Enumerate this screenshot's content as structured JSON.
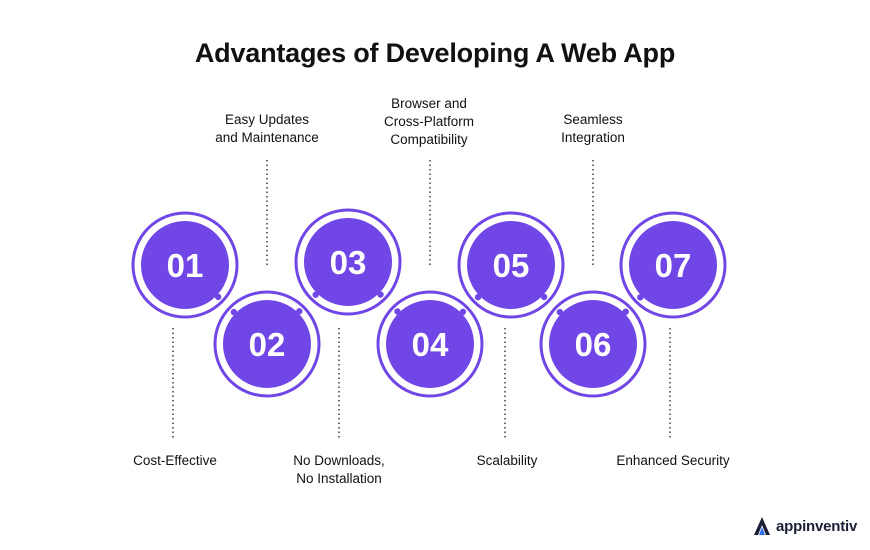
{
  "title": "Advantages of Developing A Web App",
  "colors": {
    "accent": "#7146e6",
    "ring": "#7146e6",
    "connector": "#333333"
  },
  "steps": [
    {
      "number": "01",
      "label_lines": [
        "Cost-Effective"
      ]
    },
    {
      "number": "02",
      "label_lines": [
        "Easy Updates",
        "and Maintenance"
      ]
    },
    {
      "number": "03",
      "label_lines": [
        "No Downloads,",
        "No Installation"
      ]
    },
    {
      "number": "04",
      "label_lines": [
        "Browser and",
        "Cross-Platform",
        "Compatibility"
      ]
    },
    {
      "number": "05",
      "label_lines": [
        "Scalability"
      ]
    },
    {
      "number": "06",
      "label_lines": [
        "Seamless",
        "Integration"
      ]
    },
    {
      "number": "07",
      "label_lines": [
        "Enhanced Security"
      ]
    }
  ],
  "brand": {
    "name": "appinventiv",
    "icon": "appinventiv-logo-icon"
  }
}
